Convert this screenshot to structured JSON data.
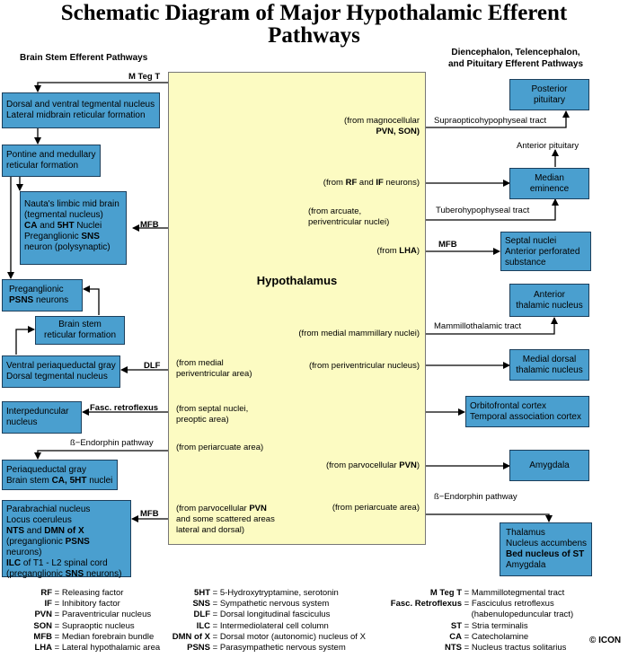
{
  "title_line1": "Schematic Diagram of Major Hypothalamic Efferent",
  "title_line2": "Pathways",
  "left_heading": "Brain Stem Efferent Pathways",
  "right_heading_line1": "Diencephalon, Telencephalon,",
  "right_heading_line2": "and Pituitary Efferent Pathways",
  "hypothalamus": "Hypothalamus",
  "left_boxes": {
    "dorsal_ventral_tegmental": [
      "Dorsal and ventral tegmental nucleus",
      "Lateral midbrain reticular formation"
    ],
    "pontine": [
      "Pontine and medullary",
      "reticular formation"
    ],
    "nauta_1": "Nauta's limbic mid brain",
    "nauta_2": "(tegmental nucleus)",
    "nauta_3a": "CA",
    "nauta_3b": " and ",
    "nauta_3c": "5HT",
    "nauta_3d": " Nuclei",
    "nauta_4a": "Preganglionic ",
    "nauta_4b": "SNS",
    "nauta_5": "neuron (polysynaptic)",
    "pregang_1": "Preganglionic",
    "pregang_2a": "PSNS",
    "pregang_2b": " neurons",
    "brainstem_rf": [
      "Brain stem",
      "reticular formation"
    ],
    "periaqueductal_dorsal": [
      "Ventral periaqueductal gray",
      "Dorsal tegmental nucleus"
    ],
    "interpeduncular": [
      "Interpeduncular",
      "nucleus"
    ],
    "pag_1": "Periaqueductal gray",
    "pag_2a": "Brain stem ",
    "pag_2b": "CA, 5HT",
    "pag_2c": " nuclei",
    "para_1": "Parabrachial nucleus",
    "para_2": "Locus coeruleus",
    "para_3a": "NTS",
    "para_3b": " and ",
    "para_3c": "DMN of X",
    "para_4a": "(preganglionic ",
    "para_4b": "PSNS",
    "para_4c": " neurons)",
    "para_5a": "ILC",
    "para_5b": " of T1 - L2 spinal cord",
    "para_6a": "(preganglionic ",
    "para_6b": "SNS",
    "para_6c": " neurons)"
  },
  "right_boxes": {
    "posterior_pituitary": [
      "Posterior",
      "pituitary"
    ],
    "median_eminence": [
      "Median",
      "eminence"
    ],
    "septal": [
      "Septal nuclei",
      "Anterior perforated",
      "substance"
    ],
    "anterior_thalamic": [
      "Anterior",
      "thalamic nucleus"
    ],
    "medial_dorsal": [
      "Medial dorsal",
      "thalamic nucleus"
    ],
    "orbitofrontal": [
      "Orbitofrontal cortex",
      "Temporal association cortex"
    ],
    "amygdala": "Amygdala",
    "thalamus_1": "Thalamus",
    "thalamus_2": "Nucleus accumbens",
    "thalamus_3a": "Bed nucleus of ",
    "thalamus_3b": "ST",
    "thalamus_4": "Amygdala"
  },
  "tract_labels": {
    "m_teg_t": "M Teg T",
    "mfb_left1": "MFB",
    "dlf": "DLF",
    "fasc": "Fasc.  retroflexus",
    "b_endorphin_left": "ß−Endorphin pathway",
    "mfb_left2": "MFB",
    "supraoptico": "Supraopticohypophyseal tract",
    "anterior_pituitary": "Anterior pituitary",
    "tuberohypo": "Tuberohypophyseal tract",
    "mfb_right": "MFB",
    "mammillothalamic": "Mammillothalamic tract",
    "b_endorphin_right": "ß−Endorphin pathway"
  },
  "inner_text": {
    "magno_1": "(from magnocellular",
    "magno_2": "PVN, SON)",
    "rf_1": "(from ",
    "rf_2": "RF",
    "rf_3": " and ",
    "rf_4": "IF",
    "rf_5": " neurons)",
    "arcuate_1": "(from arcuate,",
    "arcuate_2": "periventricular nuclei)",
    "lha_1": "(from ",
    "lha_2": "LHA",
    "lha_3": ")",
    "mammillary": "(from medial mammillary nuclei)",
    "medial_periv_1": "(from medial",
    "medial_periv_2": "periventricular area)",
    "periventricular": "(from periventricular nucleus)",
    "septal_1": "(from septal nuclei,",
    "septal_2": "preoptic area)",
    "periarcuate_left": "(from periarcuate area)",
    "parvo_right_1": "(from parvocellular ",
    "parvo_right_2": "PVN",
    "parvo_right_3": ")",
    "parvo_left_1": "(from parvocellular ",
    "parvo_left_2": "PVN",
    "parvo_left_3": "and some scattered areas",
    "parvo_left_4": "lateral and dorsal)",
    "periarcuate_right": "(from periarcuate area)"
  },
  "legend": {
    "col1": [
      {
        "abbr": "RF",
        "def": "Releasing factor"
      },
      {
        "abbr": "IF",
        "def": "Inhibitory factor"
      },
      {
        "abbr": "PVN",
        "def": "Paraventricular nucleus"
      },
      {
        "abbr": "SON",
        "def": "Supraoptic nucleus"
      },
      {
        "abbr": "MFB",
        "def": "Median forebrain bundle"
      },
      {
        "abbr": "LHA",
        "def": "Lateral hypothalamic area"
      }
    ],
    "col2": [
      {
        "abbr": "5HT",
        "def": "5-Hydroxytryptamine, serotonin"
      },
      {
        "abbr": "SNS",
        "def": "Sympathetic nervous system"
      },
      {
        "abbr": "DLF",
        "def": "Dorsal longitudinal fasciculus"
      },
      {
        "abbr": "ILC",
        "def": "Intermediolateral cell column"
      },
      {
        "abbr": "DMN of X",
        "def": "Dorsal motor (autonomic) nucleus of X"
      },
      {
        "abbr": "PSNS",
        "def": "Parasympathetic nervous system"
      }
    ],
    "col3": [
      {
        "abbr": "M Teg T",
        "def": "Mammillotegmental tract"
      },
      {
        "abbr": "Fasc. Retroflexus",
        "def": "Fasciculus  retroflexus"
      },
      {
        "abbr": "",
        "def": "(habenulopeduncular  tract)"
      },
      {
        "abbr": "ST",
        "def": "Stria terminalis"
      },
      {
        "abbr": "CA",
        "def": "Catecholamine"
      },
      {
        "abbr": "NTS",
        "def": "Nucleus tractus solitarius"
      }
    ]
  },
  "copyright": "© ICON",
  "colors": {
    "box": "#4a9fcf",
    "hypothalamus": "#fcfbc2"
  }
}
